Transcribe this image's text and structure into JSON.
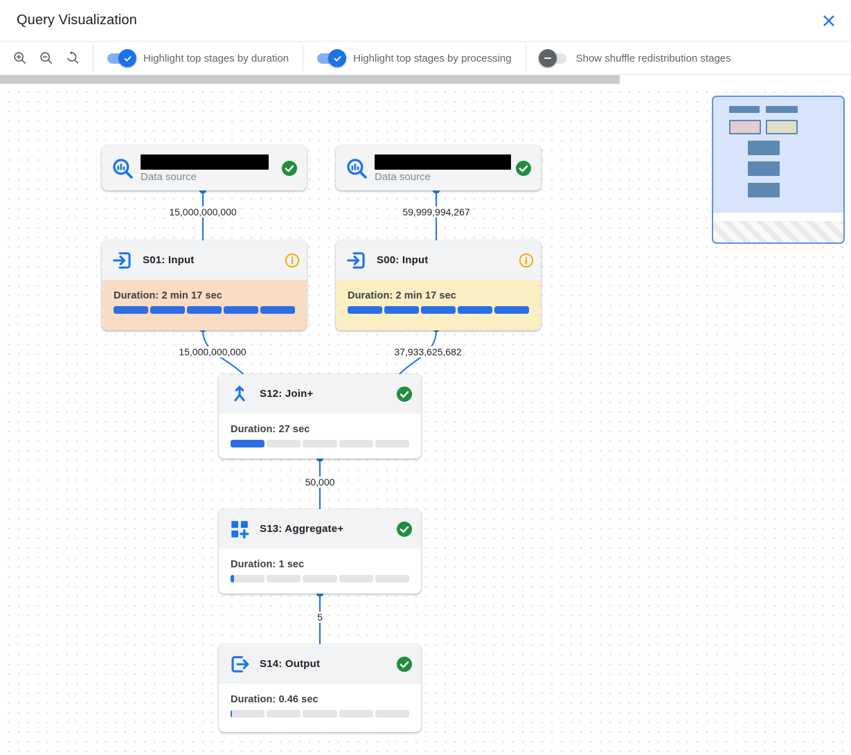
{
  "header": {
    "title": "Query Visualization",
    "close_icon": "✕"
  },
  "toolbar": {
    "zoom_in_icon": "magnifier-plus",
    "zoom_out_icon": "magnifier-minus",
    "zoom_reset_icon": "magnifier-reset",
    "toggles": [
      {
        "label": "Highlight top stages by duration",
        "on": true
      },
      {
        "label": "Highlight top stages by processing",
        "on": true
      },
      {
        "label": "Show shuffle redistribution stages",
        "on": false
      }
    ]
  },
  "graph": {
    "nodes": [
      {
        "id": "ds1",
        "type": "data_source",
        "label": "Data source",
        "name_redacted": true,
        "status": "completed"
      },
      {
        "id": "ds2",
        "type": "data_source",
        "label": "Data source",
        "name_redacted": true,
        "status": "completed"
      },
      {
        "id": "s01",
        "type": "stage",
        "title": "S01: Input",
        "duration": "Duration: 2 min 17 sec",
        "progress_pct": 100,
        "highlight": "duration",
        "status": "info"
      },
      {
        "id": "s00",
        "type": "stage",
        "title": "S00: Input",
        "duration": "Duration: 2 min 17 sec",
        "progress_pct": 100,
        "highlight": "processing",
        "status": "info"
      },
      {
        "id": "s12",
        "type": "stage",
        "title": "S12: Join+",
        "duration": "Duration: 27 sec",
        "progress_pct": 20,
        "highlight": "none",
        "status": "completed"
      },
      {
        "id": "s13",
        "type": "stage",
        "title": "S13: Aggregate+",
        "duration": "Duration: 1 sec",
        "progress_pct": 2,
        "highlight": "none",
        "status": "completed"
      },
      {
        "id": "s14",
        "type": "stage",
        "title": "S14: Output",
        "duration": "Duration: 0.46 sec",
        "progress_pct": 1,
        "highlight": "none",
        "status": "completed"
      }
    ],
    "edges": [
      {
        "from": "ds1",
        "to": "s01",
        "label": "15,000,000,000"
      },
      {
        "from": "ds2",
        "to": "s00",
        "label": "59,999,994,267"
      },
      {
        "from": "s01",
        "to": "s12",
        "label": "15,000,000,000"
      },
      {
        "from": "s00",
        "to": "s12",
        "label": "37,933,625,682"
      },
      {
        "from": "s12",
        "to": "s13",
        "label": "50,000"
      },
      {
        "from": "s13",
        "to": "s14",
        "label": "5"
      }
    ]
  },
  "colors": {
    "primary_blue": "#1a73e8",
    "success_green": "#1e8e3e",
    "warning_amber": "#f9ab00",
    "duration_highlight": "#fadbc3",
    "processing_highlight": "#faeec3",
    "edge_blue": "#1a73e8"
  }
}
